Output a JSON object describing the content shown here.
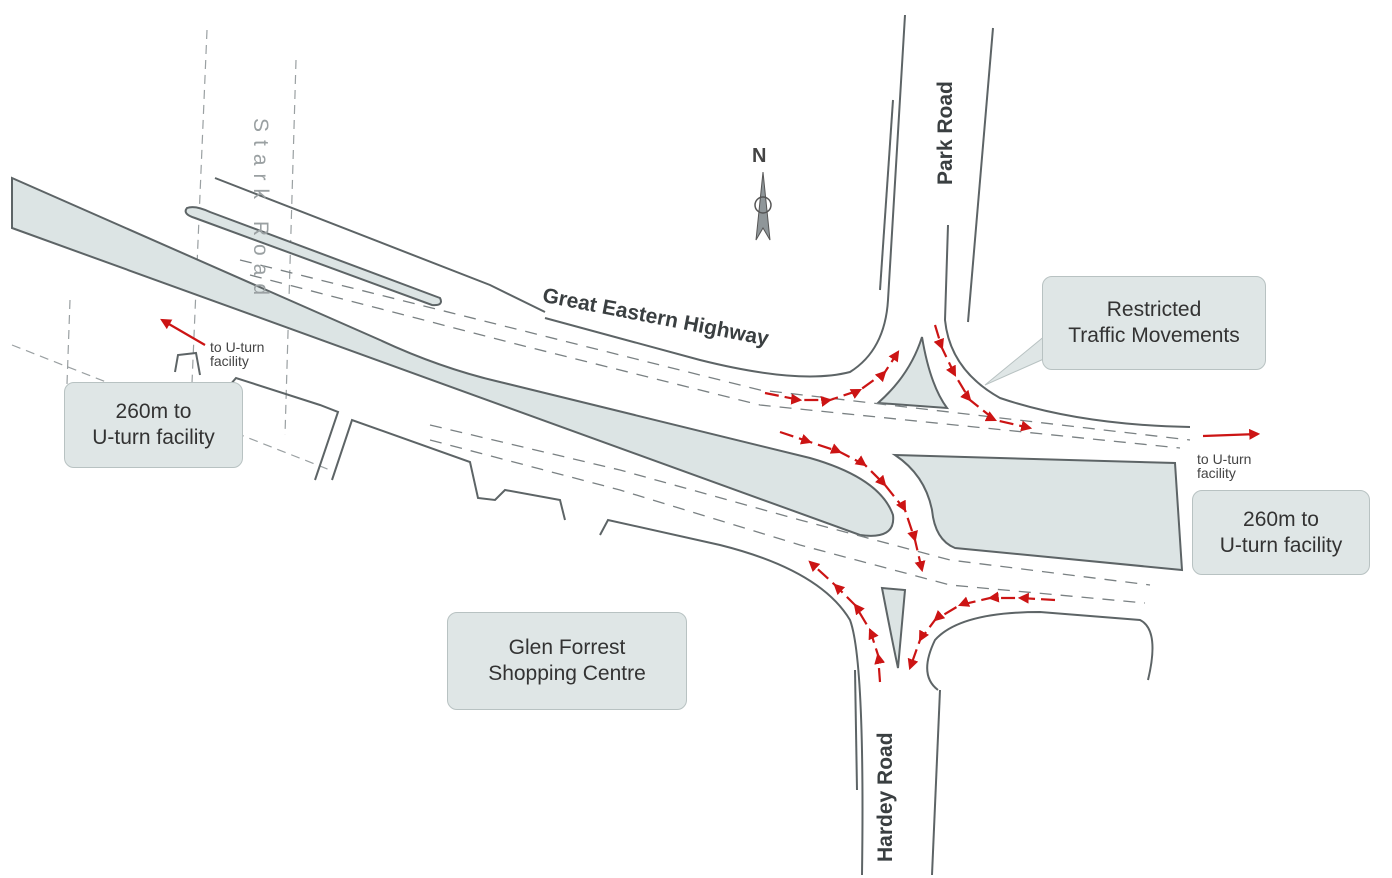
{
  "roads": {
    "highway": "Great Eastern Highway",
    "north": "Park Road",
    "south": "Hardey Road",
    "west": "Stark Road"
  },
  "compass": {
    "label": "N",
    "icon": "north-arrow-icon"
  },
  "callouts": {
    "restricted": [
      "Restricted",
      "Traffic Movements"
    ],
    "uturn_west": [
      "260m to",
      "U-turn facility"
    ],
    "uturn_east": [
      "260m to",
      "U-turn facility"
    ],
    "shopping": [
      "Glen Forrest",
      "Shopping Centre"
    ]
  },
  "small_labels": {
    "west": [
      "to U-turn",
      "facility"
    ],
    "east": [
      "to U-turn",
      "facility"
    ]
  },
  "colors": {
    "flow_arrows": "#cc1414",
    "islands": "#dce4e4",
    "callout_fill": "#dfe6e6"
  }
}
